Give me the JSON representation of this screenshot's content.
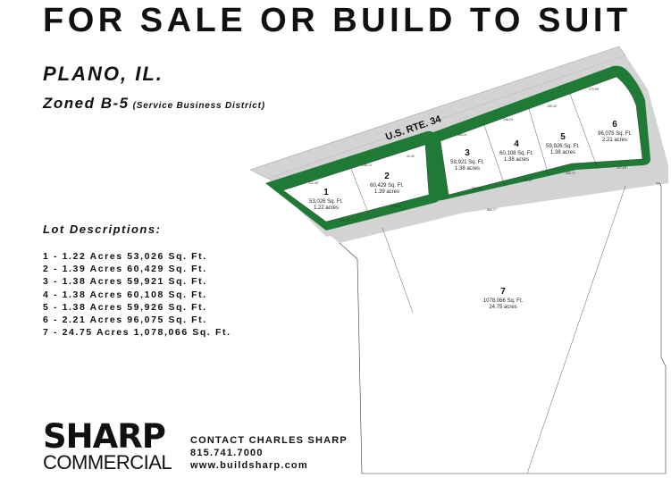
{
  "header": {
    "title": "FOR SALE OR BUILD TO SUIT",
    "city": "PLANO, IL.",
    "zoned": "Zoned B-5",
    "zoned_note": "(Service Business District)"
  },
  "lot_descriptions": {
    "heading": "Lot Descriptions:",
    "items": [
      "1 - 1.22 Acres 53,026 Sq. Ft.",
      "2 - 1.39 Acres 60,429 Sq. Ft.",
      "3 - 1.38 Acres 59,921 Sq. Ft.",
      "4 - 1.38 Acres 60,108 Sq. Ft.",
      "5 - 1.38 Acres 59,926 Sq. Ft.",
      "6 - 2.21 Acres 96,075 Sq. Ft.",
      "7 - 24.75 Acres 1,078,066 Sq. Ft."
    ]
  },
  "map": {
    "road_label": "U.S. RTE. 34",
    "lots": [
      {
        "num": "1",
        "sqft": "53,026 Sq. Ft.",
        "acres": "1.22 acres"
      },
      {
        "num": "2",
        "sqft": "60,429 Sq. Ft.",
        "acres": "1.39 acres"
      },
      {
        "num": "3",
        "sqft": "59,921 Sq. Ft.",
        "acres": "1.38 acres"
      },
      {
        "num": "4",
        "sqft": "60,108 Sq. Ft.",
        "acres": "1.38 acres"
      },
      {
        "num": "5",
        "sqft": "59,926 Sq. Ft.",
        "acres": "1.38 acres"
      },
      {
        "num": "6",
        "sqft": "96,075 Sq. Ft.",
        "acres": "2.21 acres"
      },
      {
        "num": "7",
        "sqft": "1078,066 Sq. Ft.",
        "acres": "24.75 acres"
      }
    ],
    "dimensions": [
      "212.39'",
      "248.74'",
      "42.40'",
      "278.44'",
      "100.72'",
      "864.77'",
      "184.01'",
      "198.03'",
      "150.34'",
      "270.99'",
      "226.09'",
      "201.37'",
      "150.72'",
      "247.15'"
    ],
    "colors": {
      "green": "#1e7a35",
      "road": "#d3d3d3"
    }
  },
  "footer": {
    "logo_top": "SHARP",
    "logo_bottom": "COMMERCIAL",
    "contact": "CONTACT CHARLES SHARP",
    "phone": "815.741.7000",
    "website": "www.buildsharp.com"
  }
}
